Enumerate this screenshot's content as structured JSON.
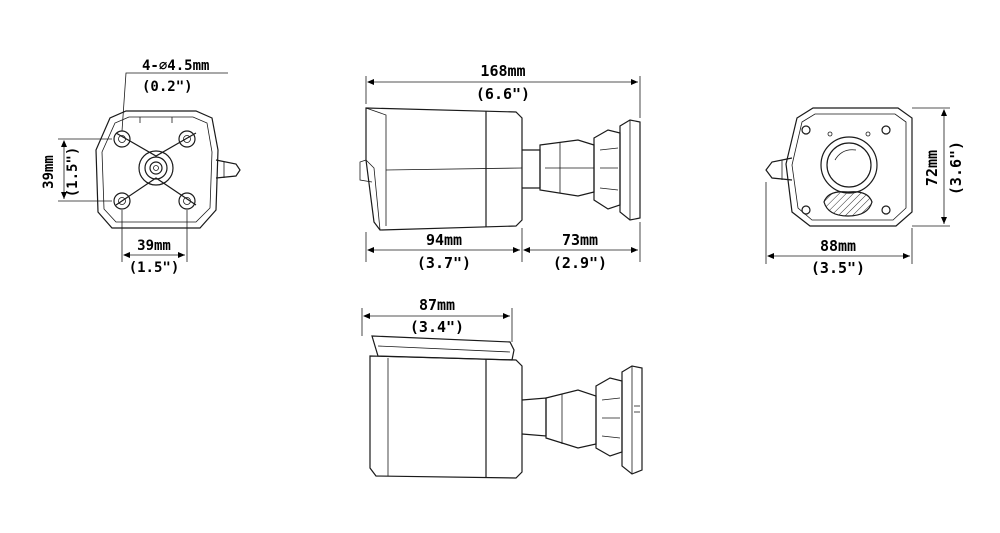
{
  "views": {
    "front": {
      "hole_label": "4-∅4.5mm",
      "hole_label_inch": "(0.2\")",
      "height_mm": "39mm",
      "height_in": "(1.5\")",
      "width_mm": "39mm",
      "width_in": "(1.5\")"
    },
    "side": {
      "total_mm": "168mm",
      "total_in": "(6.6\")",
      "body_mm": "94mm",
      "body_in": "(3.7\")",
      "mount_mm": "73mm",
      "mount_in": "(2.9\")"
    },
    "lens": {
      "height_mm": "72mm",
      "height_in": "(3.6\")",
      "width_mm": "88mm",
      "width_in": "(3.5\")"
    },
    "top": {
      "antenna_mm": "87mm",
      "antenna_in": "(3.4\")"
    }
  }
}
